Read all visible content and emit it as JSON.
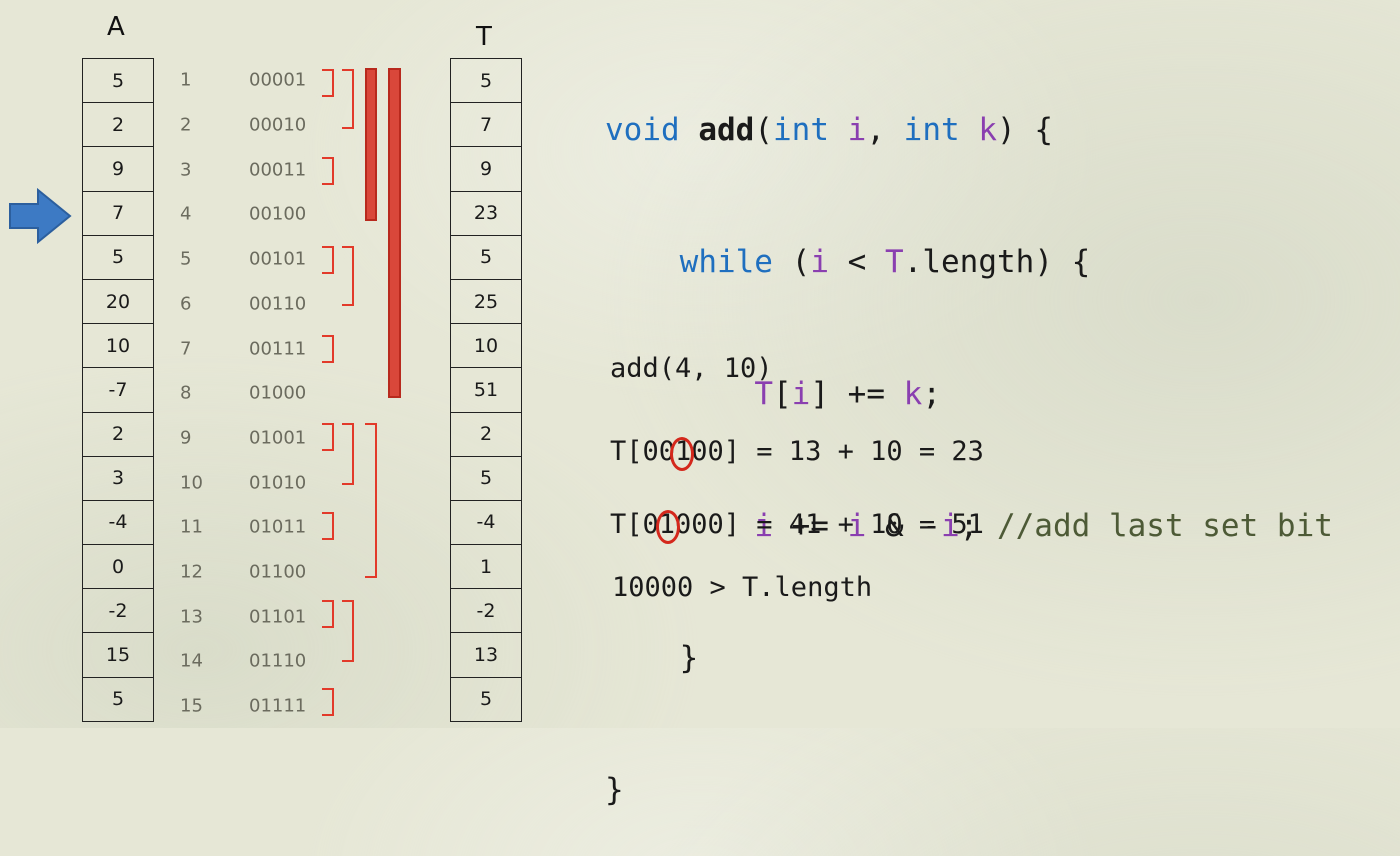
{
  "labels": {
    "array_a": "A",
    "array_t": "T"
  },
  "rows": [
    {
      "a": "5",
      "idx": "1",
      "bin": "00001",
      "t": "5"
    },
    {
      "a": "2",
      "idx": "2",
      "bin": "00010",
      "t": "7"
    },
    {
      "a": "9",
      "idx": "3",
      "bin": "00011",
      "t": "9"
    },
    {
      "a": "7",
      "idx": "4",
      "bin": "00100",
      "t": "23"
    },
    {
      "a": "5",
      "idx": "5",
      "bin": "00101",
      "t": "5"
    },
    {
      "a": "20",
      "idx": "6",
      "bin": "00110",
      "t": "25"
    },
    {
      "a": "10",
      "idx": "7",
      "bin": "00111",
      "t": "10"
    },
    {
      "a": "-7",
      "idx": "8",
      "bin": "01000",
      "t": "51"
    },
    {
      "a": "2",
      "idx": "9",
      "bin": "01001",
      "t": "2"
    },
    {
      "a": "3",
      "idx": "10",
      "bin": "01010",
      "t": "5"
    },
    {
      "a": "-4",
      "idx": "11",
      "bin": "01011",
      "t": "-4"
    },
    {
      "a": "0",
      "idx": "12",
      "bin": "01100",
      "t": "1"
    },
    {
      "a": "-2",
      "idx": "13",
      "bin": "01101",
      "t": "-2"
    },
    {
      "a": "15",
      "idx": "14",
      "bin": "01110",
      "t": "13"
    },
    {
      "a": "5",
      "idx": "15",
      "bin": "01111",
      "t": "5"
    }
  ],
  "highlighted_row": "4",
  "code": {
    "l1": {
      "kw_void": "void",
      "fn": "add",
      "p1": "(",
      "kw_int1": "int",
      "v_i": "i",
      "comma": ", ",
      "kw_int2": "int",
      "v_k": "k",
      "close": ") {"
    },
    "l2": {
      "kw_while": "while",
      "p1": "(",
      "v_i": "i",
      "lt": " < ",
      "v_t": "T",
      "rest": ".length) {"
    },
    "l3": {
      "v_t": "T",
      "br1": "[",
      "v_i": "i",
      "br2": "] += ",
      "v_k": "k",
      "end": ";"
    },
    "l4": {
      "v_i1": "i",
      "op1": " += ",
      "v_i2": "i",
      "op2": " & -",
      "v_i3": "i",
      "end": "; ",
      "comment": "//add last set bit"
    },
    "l5": "}",
    "l6": "}"
  },
  "trace": {
    "call": "add(4, 10)",
    "step1": "T[00100] = 13 + 10 = 23",
    "step2": "T[01000] = 41 + 10 = 51",
    "stop": "10000 > T.length"
  },
  "colors": {
    "bracket": "#e23a2a",
    "bar": "#d9473a",
    "arrow": "#3d7ac4",
    "keyword": "#1f6fbf",
    "variable": "#8a3fb0",
    "comment": "#4d5a36"
  }
}
